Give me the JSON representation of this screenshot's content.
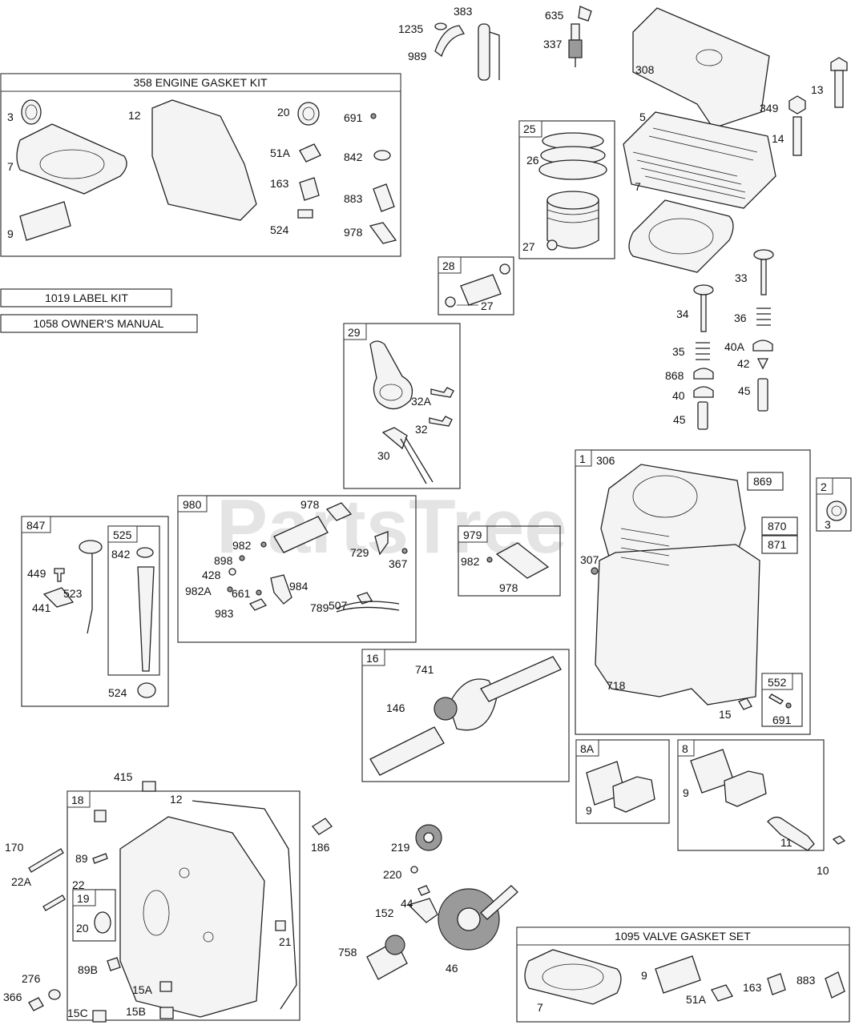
{
  "watermark": "PartsTree",
  "kits": {
    "engine_gasket_kit": "358 ENGINE GASKET KIT",
    "label_kit": "1019 LABEL KIT",
    "owners_manual": "1058 OWNER'S MANUAL",
    "valve_gasket_set": "1095 VALVE GASKET SET"
  },
  "box_tags": {
    "b25": "25",
    "b28": "28",
    "b29": "29",
    "b980": "980",
    "b847": "847",
    "b525": "525",
    "b979": "979",
    "b1": "1",
    "b869": "869",
    "b870": "870",
    "b871": "871",
    "b2": "2",
    "b552": "552",
    "b16": "16",
    "b8A": "8A",
    "b8": "8",
    "b18": "18",
    "b19": "19"
  },
  "labels": {
    "p1235": "1235",
    "p383": "383",
    "p989": "989",
    "p635": "635",
    "p337": "337",
    "p308": "308",
    "p13": "13",
    "p349": "349",
    "p5": "5",
    "p14": "14",
    "g3": "3",
    "g12": "12",
    "g20": "20",
    "g691": "691",
    "g7": "7",
    "g51A": "51A",
    "g842": "842",
    "g163": "163",
    "g883": "883",
    "g9": "9",
    "g524": "524",
    "g978": "978",
    "r26": "26",
    "r27a": "27",
    "h7": "7",
    "v33": "33",
    "v34": "34",
    "v36": "36",
    "v35": "35",
    "v40A": "40A",
    "v42": "42",
    "v868": "868",
    "v40": "40",
    "v45a": "45",
    "v45b": "45",
    "pin27": "27",
    "c32A": "32A",
    "c32": "32",
    "c30": "30",
    "s978": "978",
    "s982": "982",
    "s898": "898",
    "s428": "428",
    "s729": "729",
    "s367": "367",
    "s984": "984",
    "s661": "661",
    "s507": "507",
    "s982A": "982A",
    "s983": "983",
    "s789": "789",
    "d449": "449",
    "d523": "523",
    "d842": "842",
    "d441": "441",
    "d524": "524",
    "q982": "982",
    "q978": "978",
    "k306": "306",
    "k307": "307",
    "k718": "718",
    "k15": "15",
    "k691": "691",
    "k3": "3",
    "cr741": "741",
    "cr146": "146",
    "bc9a": "9",
    "bc9b": "9",
    "bc11": "11",
    "bc10": "10",
    "m415": "415",
    "m12": "12",
    "m170": "170",
    "m89": "89",
    "m22": "22",
    "m22A": "22A",
    "m186": "186",
    "m20": "20",
    "m21": "21",
    "m89B": "89B",
    "m15A": "15A",
    "m276": "276",
    "m366": "366",
    "m15C": "15C",
    "m15B": "15B",
    "cm219": "219",
    "cm220": "220",
    "cm44": "44",
    "cm152": "152",
    "cm758": "758",
    "cm46": "46",
    "vs7": "7",
    "vs9": "9",
    "vs51A": "51A",
    "vs163": "163",
    "vs883": "883"
  }
}
